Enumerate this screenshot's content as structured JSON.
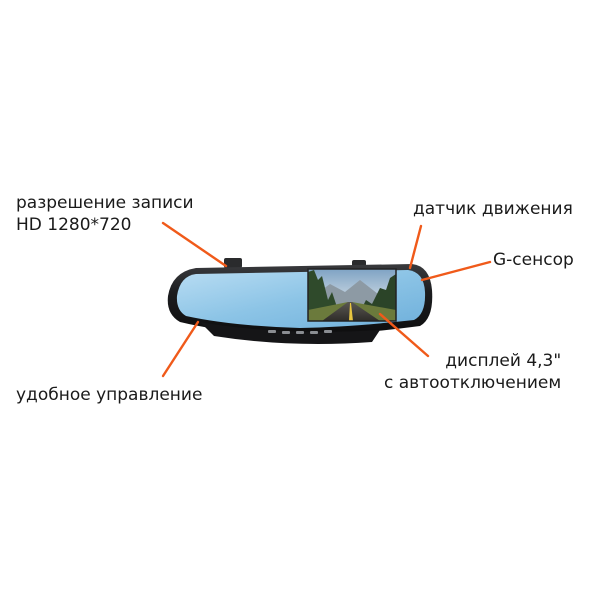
{
  "labels": {
    "resolution": {
      "line1": "разрешение записи",
      "line2": "HD 1280*720"
    },
    "motion_sensor": "датчик движения",
    "g_sensor": "G-сенсор",
    "display": {
      "line1": "дисплей 4,3\"",
      "line2": "с автоотключением"
    },
    "control": "удобное управление"
  },
  "colors": {
    "callout": "#f05a1a",
    "mirror_frame": "#1b1c1e",
    "mirror_glass": "#8fc6e8",
    "text": "#1a1a1a"
  }
}
